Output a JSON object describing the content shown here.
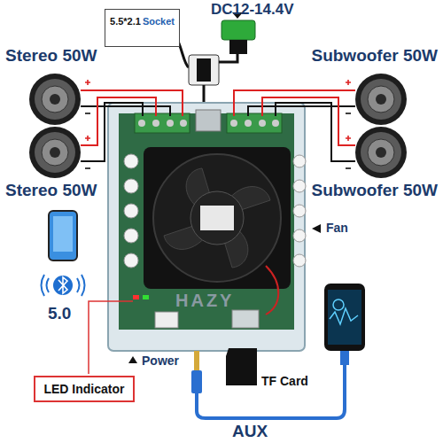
{
  "diagram": {
    "nodes": [
      {
        "text": [
          "5.5*2.1",
          "Socket"
        ]
      },
      {
        "text": [
          "LED Indicator"
        ]
      }
    ],
    "labels": [
      "DC12-14.4V",
      "Stereo 50W",
      "Subwoofer 50W",
      "Stereo 50W",
      "Subwoofer 50W",
      "Fan",
      "5.0",
      "HAZY",
      "Power",
      "TF Card",
      "AUX"
    ]
  }
}
